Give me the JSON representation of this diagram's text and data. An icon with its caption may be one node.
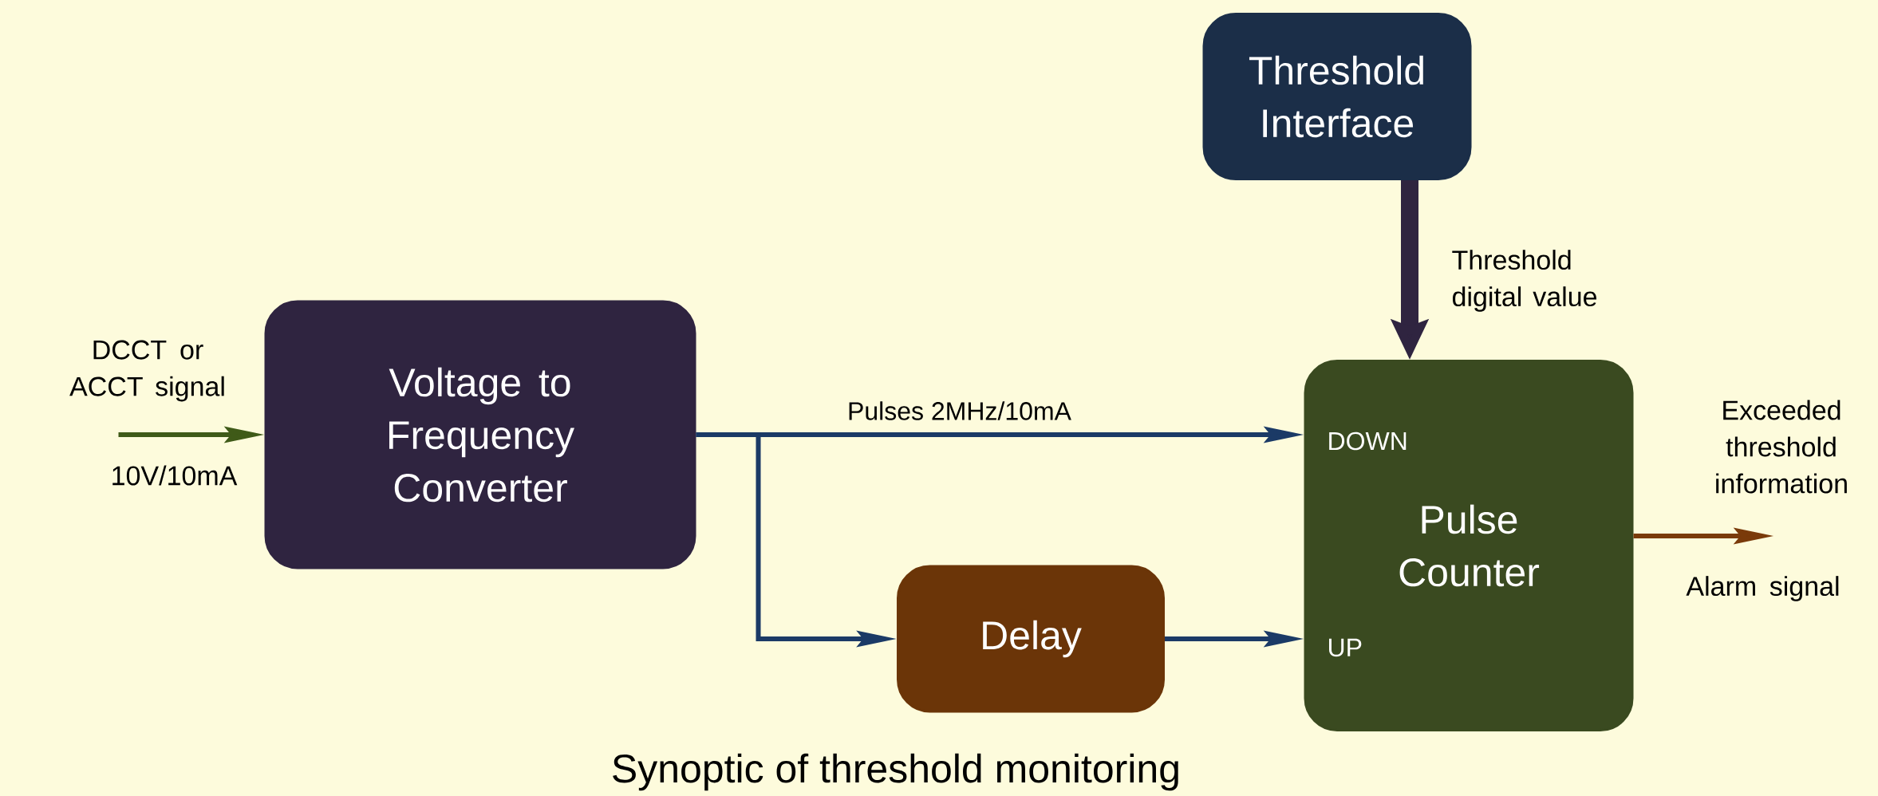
{
  "diagram": {
    "title": "Synoptic of threshold monitoring",
    "nodes": [
      {
        "text": [
          "Threshold Interface"
        ]
      },
      {
        "text": [
          "Voltage to Frequency Converter"
        ]
      },
      {
        "text": [
          "DOWN",
          "Pulse Counter",
          "UP"
        ]
      },
      {
        "text": [
          "Delay"
        ]
      }
    ],
    "edges": [
      {
        "from": null,
        "to": 1,
        "arrow": "to",
        "color": "#3f5a18"
      },
      {
        "from": 1,
        "to": 2,
        "arrow": "to",
        "label": "Pulses 2MHz/10mA"
      },
      {
        "from": 1,
        "to": 3,
        "arrow": "to"
      },
      {
        "from": 3,
        "to": 2,
        "arrow": "to"
      },
      {
        "from": 0,
        "to": 2,
        "arrow": "to",
        "style": "thick",
        "color": "#2f2440"
      },
      {
        "from": 2,
        "to": null,
        "arrow": "to",
        "color": "#7a3a0a"
      }
    ],
    "labels": [
      "DCCT or ACCT signal",
      "10V/10mA",
      "Threshold digital value",
      "Exceeded threshold information",
      "Alarm signal"
    ]
  }
}
